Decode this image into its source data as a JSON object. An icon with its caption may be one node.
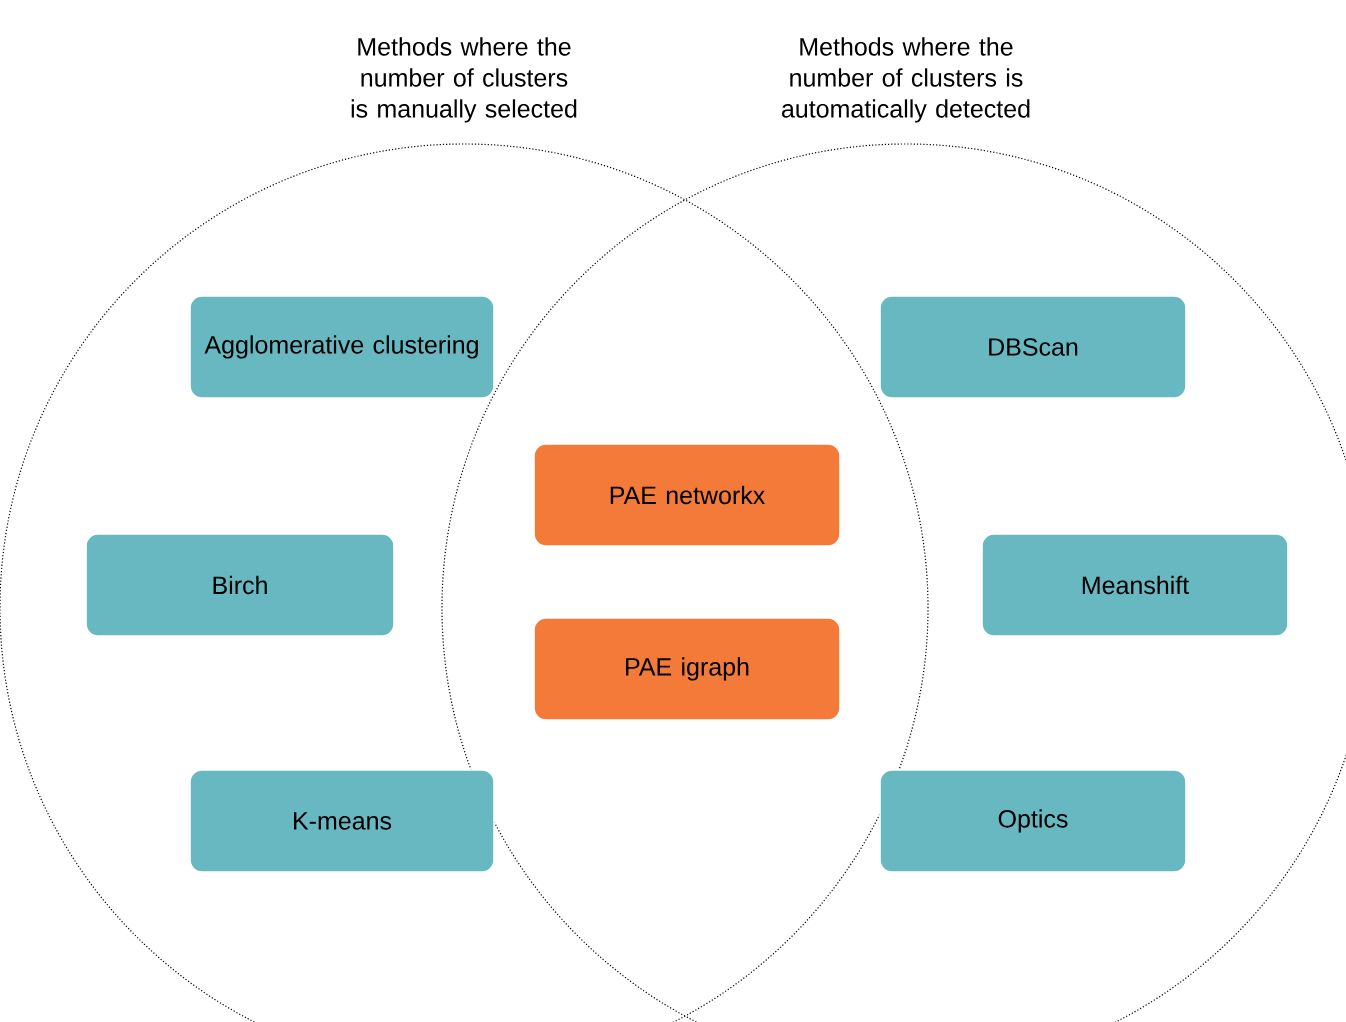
{
  "diagram": {
    "nodes": [
      {
        "text": [
          "Methods where the number of clusters is manually selected"
        ]
      },
      {
        "text": [
          "Methods where the number of clusters is automatically detected"
        ]
      },
      {
        "text": [
          "Agglomerative clustering"
        ],
        "in": 0
      },
      {
        "text": [
          "DBScan"
        ],
        "in": 1
      },
      {
        "text": [
          "PAE networkx"
        ]
      },
      {
        "text": [
          "Birch"
        ],
        "in": 0
      },
      {
        "text": [
          "Meanshift"
        ],
        "in": 1
      },
      {
        "text": [
          "PAE igraph"
        ]
      },
      {
        "text": [
          "K-means"
        ],
        "in": 0
      },
      {
        "text": [
          "Optics"
        ],
        "in": 1
      }
    ]
  }
}
